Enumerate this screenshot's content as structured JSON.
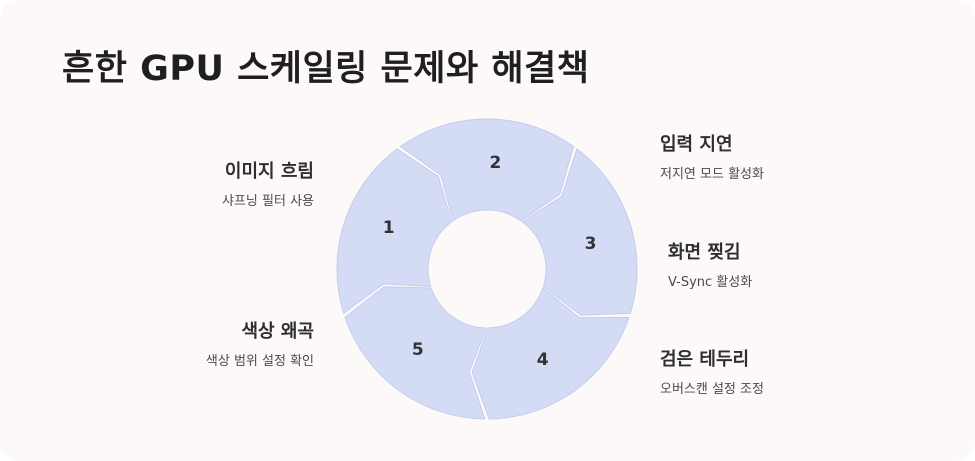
{
  "title": "흔한 GPU 스케일링 문제와 해결책",
  "segments": [
    {
      "number": "1",
      "heading": "이미지 흐림",
      "description": "샤프닝 필터 사용"
    },
    {
      "number": "2",
      "heading": "입력 지연",
      "description": "저지연 모드 활성화"
    },
    {
      "number": "3",
      "heading": "화면 찢김",
      "description": "V-Sync 활성화"
    },
    {
      "number": "4",
      "heading": "검은 테두리",
      "description": "오버스캔 설정 조정"
    },
    {
      "number": "5",
      "heading": "색상 왜곡",
      "description": "색상 범위 설정 확인"
    }
  ]
}
